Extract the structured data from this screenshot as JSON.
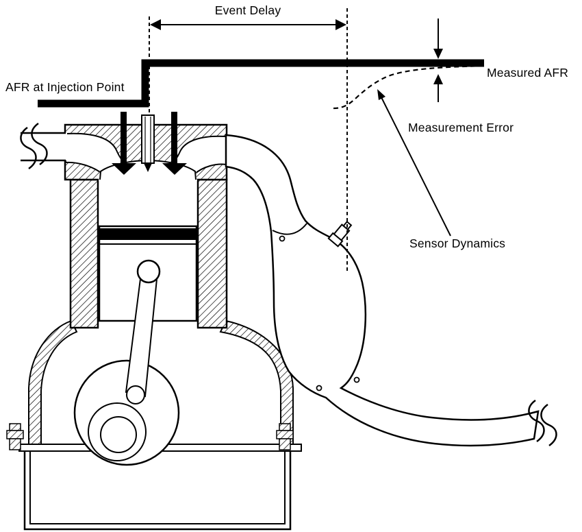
{
  "figure": {
    "kind": "engine-afr-measurement-diagram",
    "background": "#ffffff",
    "ink": "#000000"
  },
  "annotations": {
    "event_delay": "Event Delay",
    "afr_at_injection_point": "AFR at Injection Point",
    "measured_afr": "Measured AFR",
    "measurement_error": "Measurement Error",
    "sensor_dynamics": "Sensor Dynamics"
  }
}
